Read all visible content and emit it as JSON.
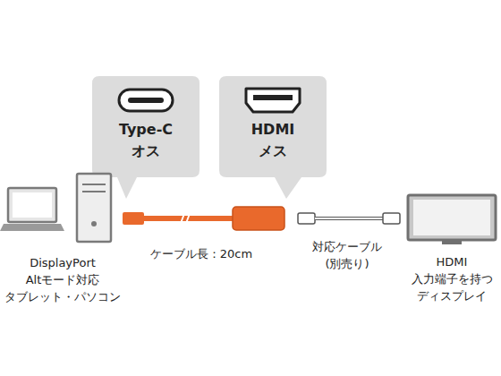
{
  "diagram": {
    "nodes": [
      {
        "text": [
          "Type-C オス"
        ]
      },
      {
        "text": [
          "HDMI メス"
        ]
      },
      {
        "text": [
          "DisplayPort Altモード対応 タブレット・パソコン"
        ]
      },
      {
        "text": [
          "HDMI 入力端子を持つ ディスプレイ"
        ]
      }
    ],
    "labels": [
      "ケーブル長：20cm",
      "対応ケーブル (別売り)"
    ]
  }
}
